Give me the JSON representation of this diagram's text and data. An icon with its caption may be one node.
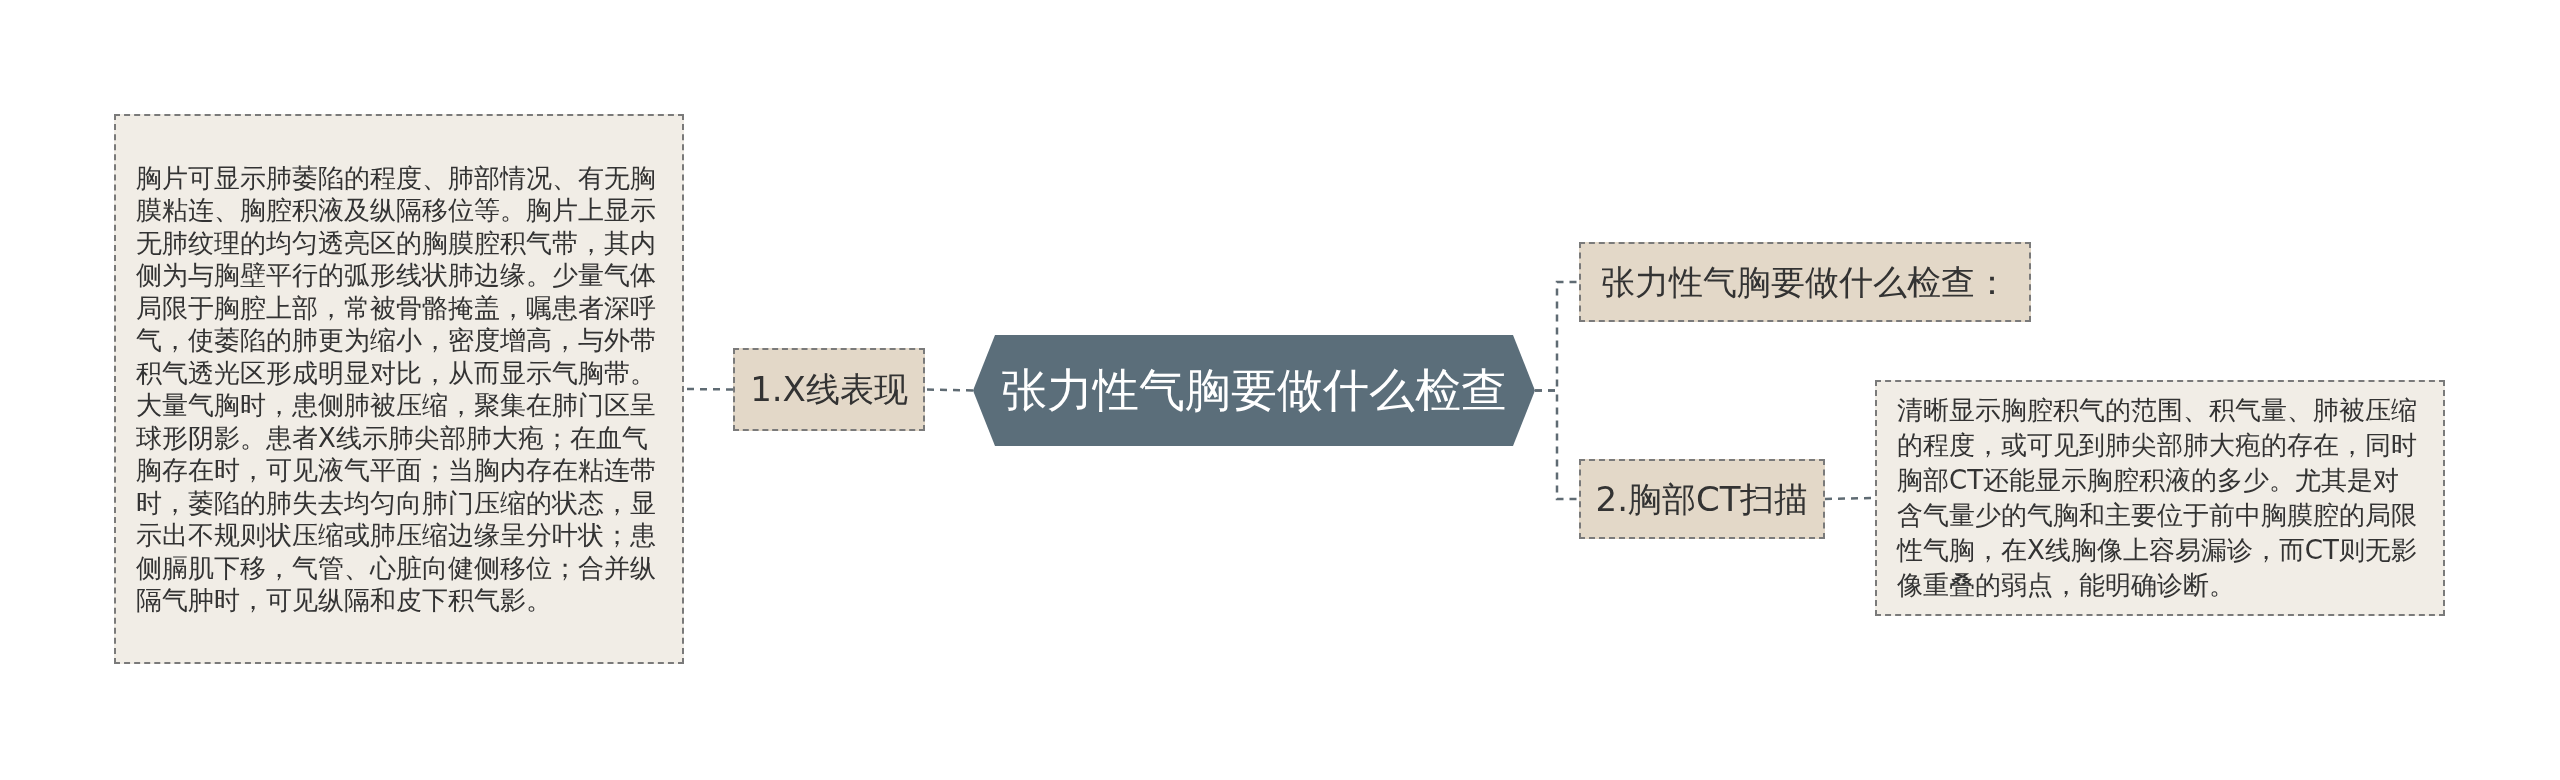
{
  "diagram": {
    "nodes": [
      {
        "text": [
          "胸片可显示肺萎陷的程度、肺部情况、有无胸膜粘连、胸腔积液及纵隔移位等。胸片上显示无肺纹理的均匀透亮区的胸膜腔积气带，其内侧为与胸壁平行的弧形线状肺边缘。少量气体局限于胸腔上部，常被骨骼掩盖，嘱患者深呼气，使萎陷的肺更为缩小，密度增高，与外带积气透光区形成明显对比，从而显示气胸带。大量气胸时，患侧肺被压缩，聚集在肺门区呈球形阴影。患者X线示肺尖部肺大疱；在血气胸存在时，可见液气平面；当胸内存在粘连带时，萎陷的肺失去均匀向肺门压缩的状态，显示出不规则状压缩或肺压缩边缘呈分叶状；患侧膈肌下移，气管、心脏向健侧移位；合并纵隔气肿时，可见纵隔和皮下积气影。"
        ]
      },
      {
        "text": [
          "1.X线表现"
        ]
      },
      {
        "text": [
          "张力性气胸要做什么检查"
        ]
      },
      {
        "text": [
          "张力性气胸要做什么检查："
        ]
      },
      {
        "text": [
          "2.胸部CT扫描"
        ]
      },
      {
        "text": [
          "清晰显示胸腔积气的范围、积气量、肺被压缩的程度，或可见到肺尖部肺大疱的存在，同时胸部CT还能显示胸腔积液的多少。尤其是对含气量少的气胸和主要位于前中胸膜腔的局限性气胸，在X线胸像上容易漏诊，而CT则无影像重叠的弱点，能明确诊断。"
        ]
      }
    ],
    "edges": [
      {
        "from": 2,
        "to": 1,
        "arrow": "none",
        "style": "dashed"
      },
      {
        "from": 1,
        "to": 0,
        "arrow": "none",
        "style": "dashed"
      },
      {
        "from": 2,
        "to": 3,
        "arrow": "none",
        "style": "dashed"
      },
      {
        "from": 2,
        "to": 4,
        "arrow": "none",
        "style": "dashed"
      },
      {
        "from": 4,
        "to": 5,
        "arrow": "none",
        "style": "dashed"
      }
    ]
  }
}
